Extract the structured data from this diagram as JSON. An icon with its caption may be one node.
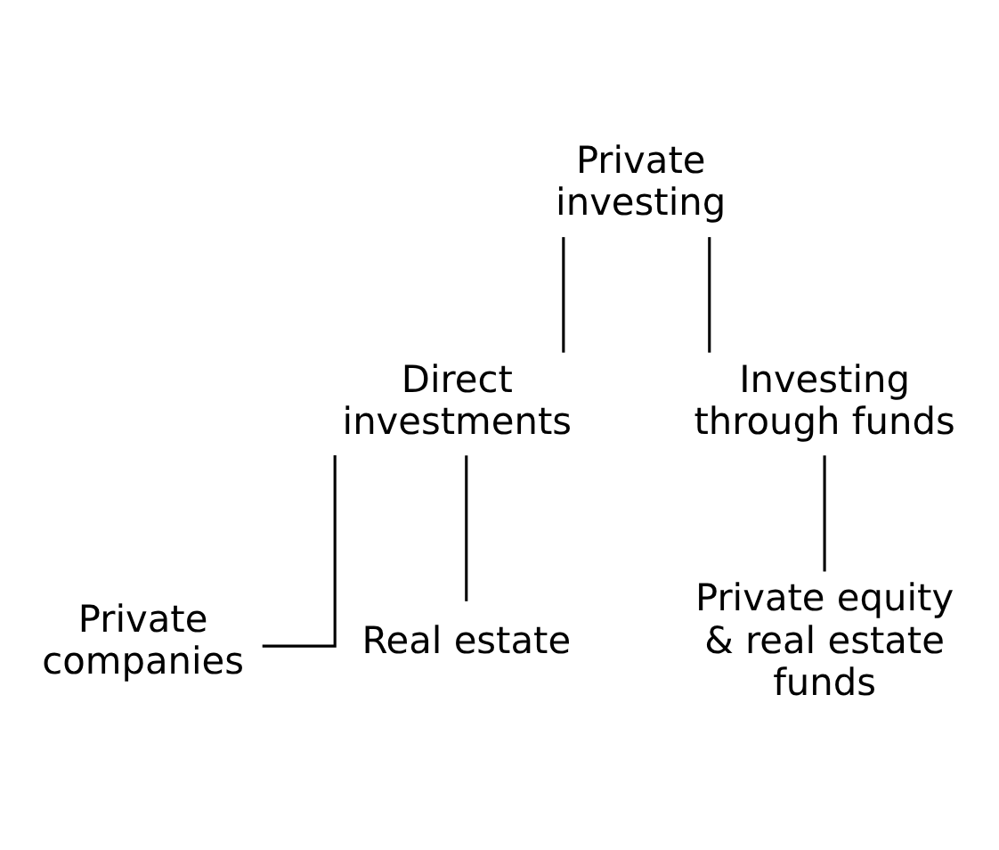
{
  "diagram": {
    "nodes": [
      {
        "text": [
          "Private investing"
        ]
      },
      {
        "text": [
          "Direct investments"
        ]
      },
      {
        "text": [
          "Investing through funds"
        ]
      },
      {
        "text": [
          "Private companies"
        ]
      },
      {
        "text": [
          "Real estate"
        ]
      },
      {
        "text": [
          "Private equity & real estate funds"
        ]
      }
    ],
    "edges": [
      {
        "from": 0,
        "to": 1,
        "arrow": "none"
      },
      {
        "from": 0,
        "to": 2,
        "arrow": "none"
      },
      {
        "from": 1,
        "to": 3,
        "arrow": "none"
      },
      {
        "from": 1,
        "to": 4,
        "arrow": "none"
      },
      {
        "from": 2,
        "to": 5,
        "arrow": "none"
      }
    ]
  }
}
